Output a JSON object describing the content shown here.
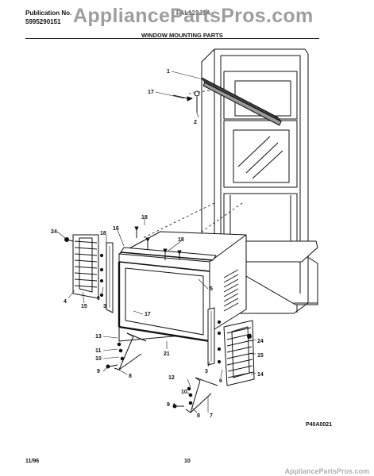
{
  "header": {
    "publication_label": "Publication No.",
    "publication_number": "5995290151",
    "model": "FAL123J1A",
    "section_title": "WINDOW MOUNTING PARTS"
  },
  "watermark": {
    "text": "AppliancePartsPros.com",
    "bottom_text": "AppliancePartsPros.com"
  },
  "diagram": {
    "callouts": [
      "1",
      "17",
      "2",
      "18",
      "16",
      "18",
      "24",
      "18",
      "4",
      "15",
      "6",
      "3",
      "5",
      "17",
      "13",
      "11",
      "10",
      "9",
      "8",
      "21",
      "24",
      "15",
      "14",
      "3",
      "6",
      "12",
      "10",
      "9",
      "8",
      "7"
    ]
  },
  "footer": {
    "date": "11/96",
    "page": "10",
    "diagram_code": "P40A0021"
  }
}
